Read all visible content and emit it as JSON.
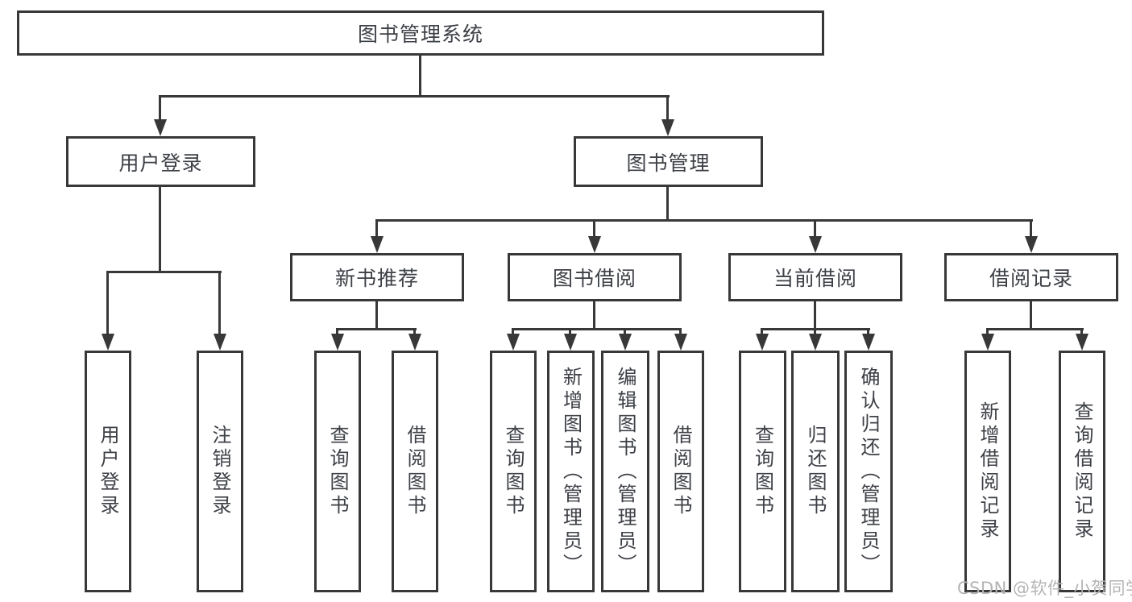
{
  "diagram": {
    "root": {
      "label": "图书管理系统"
    },
    "level2": {
      "user_login": {
        "label": "用户登录"
      },
      "book_mgmt": {
        "label": "图书管理"
      }
    },
    "level3": {
      "new_books": {
        "label": "新书推荐"
      },
      "book_borrow": {
        "label": "图书借阅"
      },
      "current_borrow": {
        "label": "当前借阅"
      },
      "borrow_records": {
        "label": "借阅记录"
      }
    },
    "leaves": {
      "user_login_leaf": {
        "label": "用户登录"
      },
      "logout": {
        "label": "注销登录"
      },
      "nb_query": {
        "label": "查询图书"
      },
      "nb_borrow": {
        "label": "借阅图书"
      },
      "bb_query": {
        "label": "查询图书"
      },
      "bb_add": {
        "label": "新增图书（管理员）"
      },
      "bb_edit": {
        "label": "编辑图书（管理员）"
      },
      "bb_borrow": {
        "label": "借阅图书"
      },
      "cb_query": {
        "label": "查询图书"
      },
      "cb_return": {
        "label": "归还图书"
      },
      "cb_confirm": {
        "label": "确认归还（管理员）"
      },
      "br_add": {
        "label": "新增借阅记录"
      },
      "br_query": {
        "label": "查询借阅记录"
      }
    }
  },
  "watermark": {
    "text": "CSDN @软件_小贺同学"
  },
  "colors": {
    "line": "#383838",
    "text": "#3d4046",
    "watermark": "#b4b4b4",
    "background": "#ffffff"
  }
}
